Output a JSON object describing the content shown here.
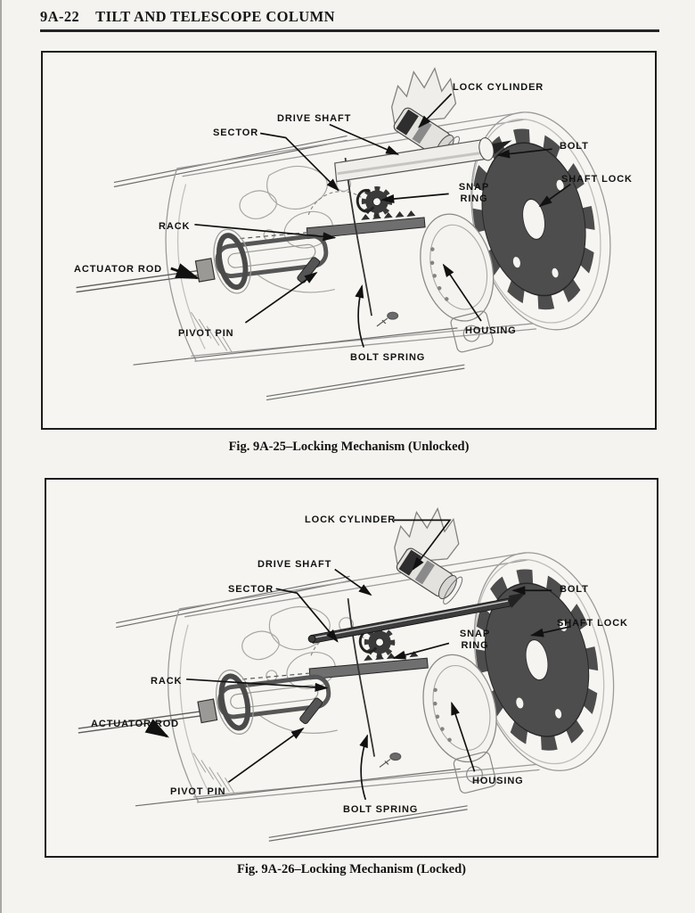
{
  "header": {
    "section": "9A-22",
    "title": "TILT AND TELESCOPE COLUMN"
  },
  "colors": {
    "ink": "#1a1a1a",
    "paper": "#f4f3ef",
    "lock_plate_gray": "#4d4d4d"
  },
  "figures": [
    {
      "caption": "Fig. 9A-25–Locking Mechanism (Unlocked)",
      "labels": {
        "lock_cylinder": "LOCK CYLINDER",
        "drive_shaft": "DRIVE SHAFT",
        "sector": "SECTOR",
        "bolt": "BOLT",
        "shaft_lock": "SHAFT LOCK",
        "snap_ring_line1": "SNAP",
        "snap_ring_line2": "RING",
        "rack": "RACK",
        "actuator_rod": "ACTUATOR ROD",
        "pivot_pin": "PIVOT PIN",
        "housing": "HOUSING",
        "bolt_spring": "BOLT SPRING"
      }
    },
    {
      "caption": "Fig. 9A-26–Locking Mechanism (Locked)",
      "labels": {
        "lock_cylinder": "LOCK CYLINDER",
        "drive_shaft": "DRIVE SHAFT",
        "sector": "SECTOR",
        "bolt": "BOLT",
        "shaft_lock": "SHAFT LOCK",
        "snap_ring_line1": "SNAP",
        "snap_ring_line2": "RING",
        "rack": "RACK",
        "actuator_rod": "ACTUATOR ROD",
        "pivot_pin": "PIVOT PIN",
        "housing": "HOUSING",
        "bolt_spring": "BOLT SPRING"
      }
    }
  ]
}
